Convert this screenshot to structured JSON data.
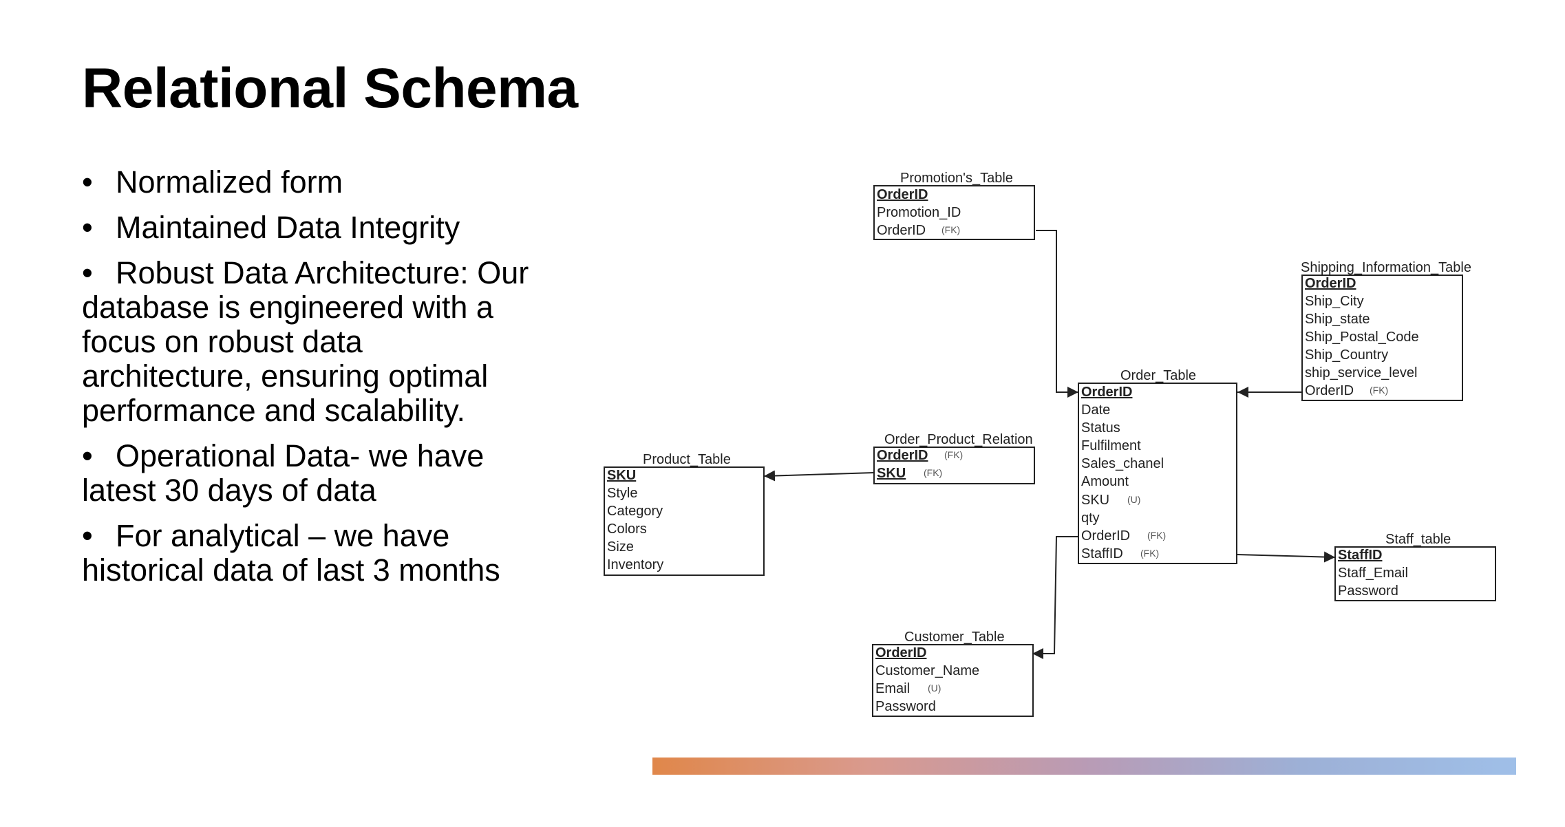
{
  "slide": {
    "title": "Relational Schema",
    "bullets": [
      "Normalized form",
      "Maintained Data Integrity",
      "Robust Data Architecture: Our database is engineered with a focus on robust data architecture, ensuring optimal performance and scalability.",
      "Operational Data- we have latest 30 days of data",
      "For analytical – we have historical data of last 3 months"
    ]
  },
  "tables": {
    "promotions": {
      "name": "Promotion's_Table",
      "fields": [
        {
          "name": "OrderID",
          "tag": ""
        },
        {
          "name": "Promotion_ID",
          "tag": ""
        },
        {
          "name": "OrderID",
          "tag": "(FK)"
        }
      ]
    },
    "shipping": {
      "name": "Shipping_Information_Table",
      "fields": [
        {
          "name": "OrderID",
          "tag": ""
        },
        {
          "name": "Ship_City",
          "tag": ""
        },
        {
          "name": "Ship_state",
          "tag": ""
        },
        {
          "name": "Ship_Postal_Code",
          "tag": ""
        },
        {
          "name": "Ship_Country",
          "tag": ""
        },
        {
          "name": "ship_service_level",
          "tag": ""
        },
        {
          "name": "OrderID",
          "tag": "(FK)"
        }
      ]
    },
    "order": {
      "name": "Order_Table",
      "fields": [
        {
          "name": "OrderID",
          "tag": ""
        },
        {
          "name": "Date",
          "tag": ""
        },
        {
          "name": "Status",
          "tag": ""
        },
        {
          "name": "Fulfilment",
          "tag": ""
        },
        {
          "name": "Sales_chanel",
          "tag": ""
        },
        {
          "name": "Amount",
          "tag": ""
        },
        {
          "name": "SKU",
          "tag": "(U)"
        },
        {
          "name": "qty",
          "tag": ""
        },
        {
          "name": "OrderID",
          "tag": "(FK)"
        },
        {
          "name": "StaffID",
          "tag": "(FK)"
        }
      ]
    },
    "order_product": {
      "name": "Order_Product_Relation",
      "fields": [
        {
          "name": "OrderID",
          "tag": "(FK)"
        },
        {
          "name": "SKU",
          "tag": "(FK)"
        }
      ]
    },
    "product": {
      "name": "Product_Table",
      "fields": [
        {
          "name": "SKU",
          "tag": ""
        },
        {
          "name": "Style",
          "tag": ""
        },
        {
          "name": "Category",
          "tag": ""
        },
        {
          "name": "Colors",
          "tag": ""
        },
        {
          "name": "Size",
          "tag": ""
        },
        {
          "name": "Inventory",
          "tag": ""
        }
      ]
    },
    "staff": {
      "name": "Staff_table",
      "fields": [
        {
          "name": "StaffID",
          "tag": ""
        },
        {
          "name": "Staff_Email",
          "tag": ""
        },
        {
          "name": "Password",
          "tag": ""
        }
      ]
    },
    "customer": {
      "name": "Customer_Table",
      "fields": [
        {
          "name": "OrderID",
          "tag": ""
        },
        {
          "name": "Customer_Name",
          "tag": ""
        },
        {
          "name": "Email",
          "tag": "(U)"
        },
        {
          "name": "Password",
          "tag": ""
        }
      ]
    }
  }
}
